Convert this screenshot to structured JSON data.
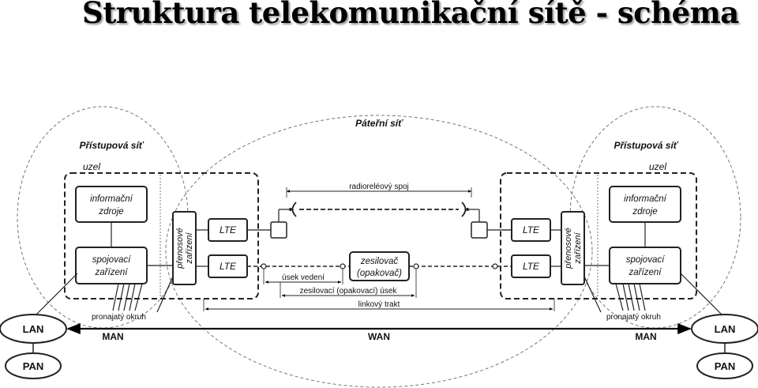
{
  "title": "Struktura telekomunikační sítě - schéma",
  "diagram": {
    "backbone_label": "Páteřní síť",
    "access_left": "Přístupová síť",
    "access_right": "Přístupová síť",
    "node_left": "uzel",
    "node_right": "uzel",
    "info_left": [
      "informační",
      "zdroje"
    ],
    "info_right": [
      "informační",
      "zdroje"
    ],
    "switch_left": [
      "spojovací",
      "zařízení"
    ],
    "switch_right": [
      "spojovací",
      "zařízení"
    ],
    "transmission_left": [
      "přenosové",
      "zařízení"
    ],
    "transmission_right": [
      "přenosové",
      "zařízení"
    ],
    "lte": "LTE",
    "radio_link": "radioreléový spoj",
    "repeater": [
      "zesilovač",
      "(opakovač)"
    ],
    "line_section": "úsek vedení",
    "repeater_section": "zesilovací (opakovací) úsek",
    "line_path": "linkový trakt",
    "leased_left": "pronajatý okruh",
    "leased_right": "pronajatý okruh",
    "lan_left": "LAN",
    "lan_right": "LAN",
    "pan_left": "PAN",
    "pan_right": "PAN",
    "man_left": "MAN",
    "man_right": "MAN",
    "wan": "WAN"
  }
}
